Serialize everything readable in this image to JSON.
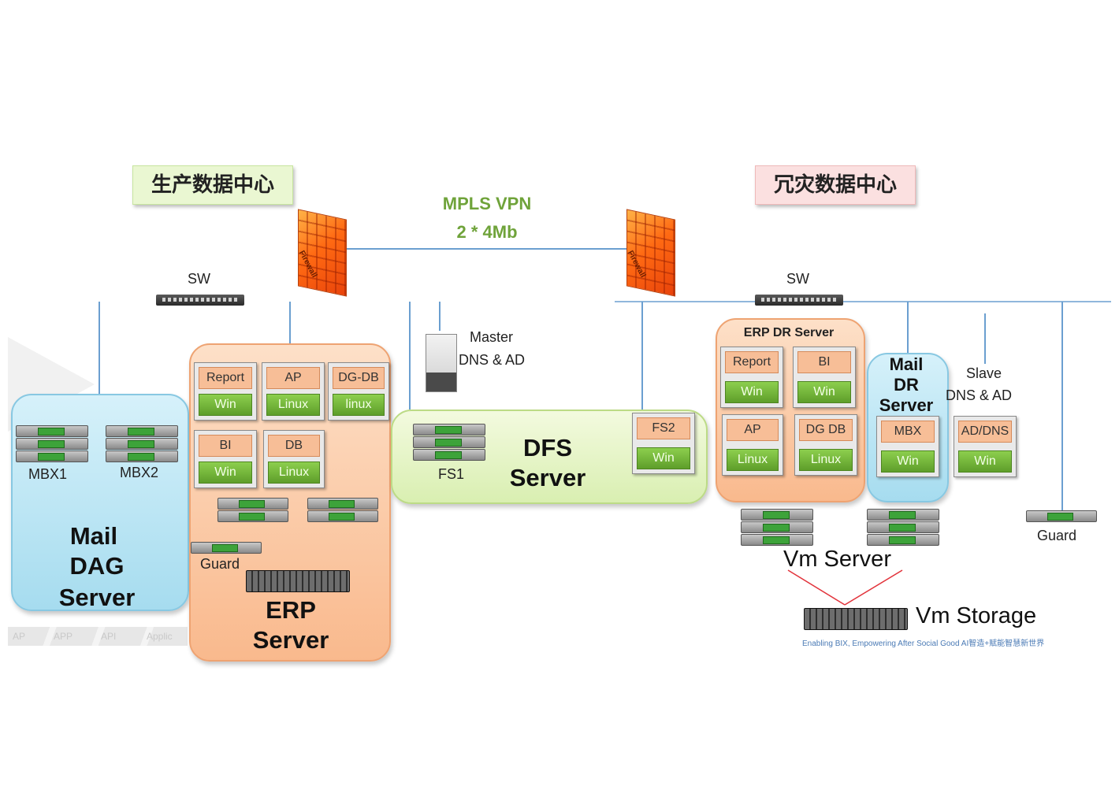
{
  "labels": {
    "production_dc": "生产数据中心",
    "dr_dc": "冗灾数据中心",
    "wan_line1": "MPLS VPN",
    "wan_line2": "2 * 4Mb",
    "firewall_text": "Firewall",
    "sw_left": "SW",
    "sw_right": "SW",
    "master_dns_line1": "Master",
    "master_dns_line2": "DNS & AD",
    "slave_dns_line1": "Slave",
    "slave_dns_line2": "DNS & AD"
  },
  "mail_dag": {
    "title_lines": [
      "Mail",
      "DAG",
      "Server"
    ],
    "servers": [
      "MBX1",
      "MBX2"
    ]
  },
  "erp": {
    "title_lines": [
      "ERP",
      "Server"
    ],
    "cells": [
      {
        "role": "Report",
        "os": "Win"
      },
      {
        "role": "AP",
        "os": "Linux"
      },
      {
        "role": "DG-DB",
        "os": "linux"
      },
      {
        "role": "BI",
        "os": "Win"
      },
      {
        "role": "DB",
        "os": "Linux"
      }
    ],
    "guard": "Guard"
  },
  "dfs": {
    "title_lines": [
      "DFS",
      "Server"
    ],
    "fs1": "FS1",
    "fs2": {
      "role": "FS2",
      "os": "Win"
    }
  },
  "erp_dr": {
    "title": "ERP DR Server",
    "cells": [
      {
        "role": "Report",
        "os": "Win"
      },
      {
        "role": "BI",
        "os": "Win"
      },
      {
        "role": "AP",
        "os": "Linux"
      },
      {
        "role": "DG DB",
        "os": "Linux"
      }
    ]
  },
  "mail_dr": {
    "title_lines": [
      "Mail",
      "DR",
      "Server"
    ],
    "cell": {
      "role": "MBX",
      "os": "Win"
    }
  },
  "slave_cell": {
    "role": "AD/DNS",
    "os": "Win"
  },
  "dr_guard": "Guard",
  "vm_server": "Vm Server",
  "vm_storage": "Vm Storage",
  "slogan": "Enabling BIX, Empowering After Social Good   AI智造+赋能智慧新世界",
  "footer_tabs": [
    "AP",
    "APP",
    "API",
    "Applic"
  ],
  "colors": {
    "production_dc_bg": "#eaf7d2",
    "dr_dc_bg": "#fbe0e0",
    "wan_text": "#6fa33a",
    "link_line": "#6b9fd0",
    "erp_link": "#e2333b"
  }
}
